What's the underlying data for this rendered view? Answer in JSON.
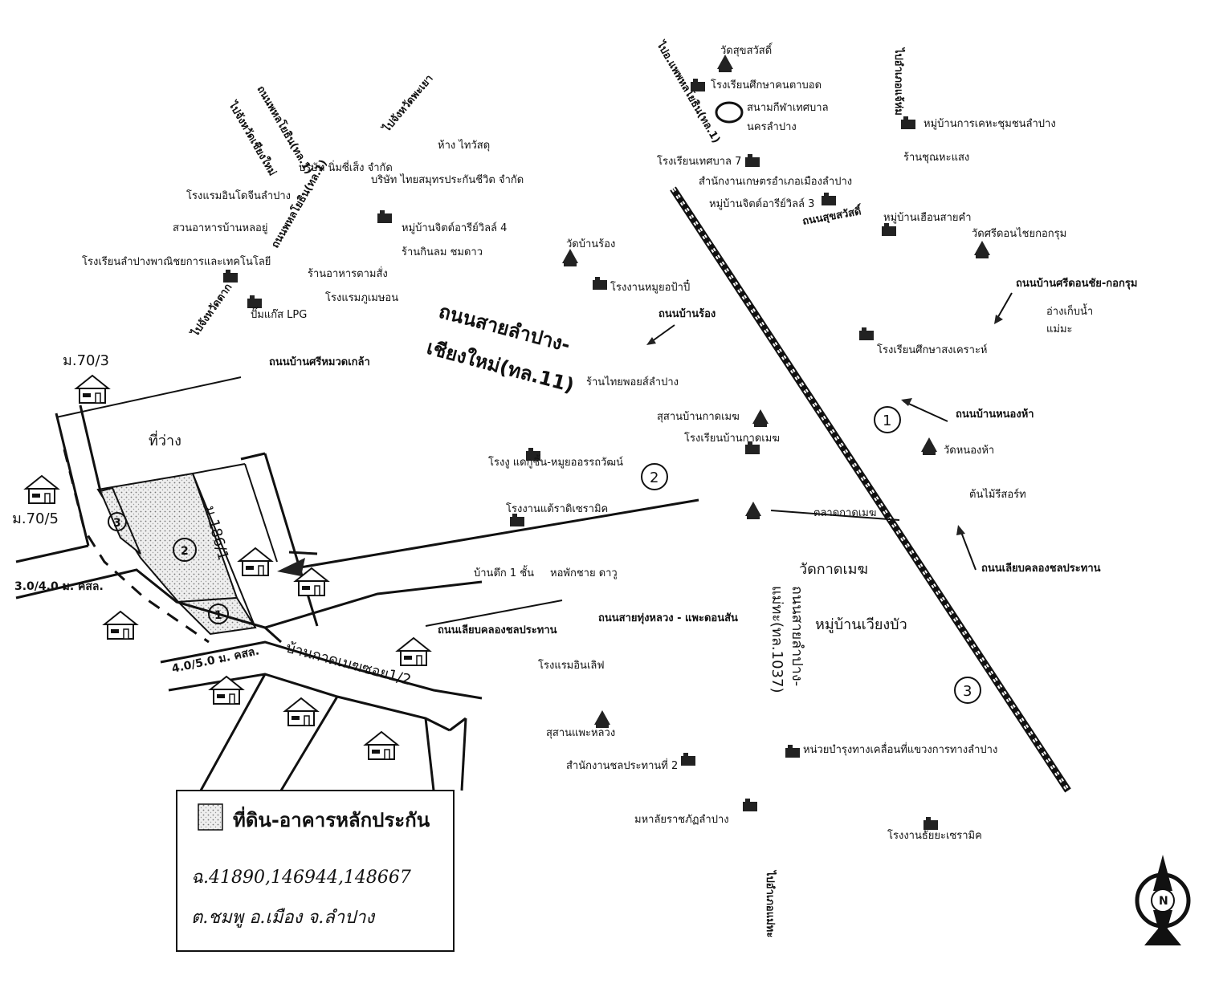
{
  "map": {
    "roads": {
      "lampang_chiangmai": "ถนนสายลำปาง-เชียงใหม่(ทล.11)",
      "lampang_chiangmai_line1": "ถนนสายลำปาง-",
      "lampang_chiangmai_line2": "เชียงใหม่(ทล.11)",
      "phahonyothin_1": "ถนนพหลโยธิน(ทล.1)",
      "phahonyothin_2": "ถนนพหลโยธิน(ทล.1)",
      "phahonyothin_3": "ไปอ.แพพหลโยธิน(ทล.1)",
      "to_chiangrai": "ไปจังหวัดเชียงใหม่",
      "to_phayao": "ไปจังหวัดพะเยา",
      "to_tak": "ไปจังหวัดตาก",
      "to_chaehom": "ไปอำเภอแจ้ห่ม",
      "to_maetha": "ไปอำเภอแม่ทะ",
      "sukhawadee": "ถนนสุขสวัสดิ์",
      "ban_rong": "ถนนบ้านร้อง",
      "ban_si_ruang": "ถนนบ้านศรีหมวดเกล้า",
      "ban_nong_ho": "ถนนบ้านหนองห้า",
      "sri_don_chai": "ถนนบ้านศรีดอนชัย-กอกรุม",
      "canal_1": "ถนนเลียบคลองชลประทาน",
      "canal_2": "ถนนเลียบคลองชลประทาน",
      "thung_luang": "ถนนสายทุ่งหลวง - แพะดอนสัน",
      "lampang_maetha_1": "ถนนสายลำปาง-",
      "lampang_maetha_2": "แม่ทะ(ทล.1037)",
      "wat_kat_mem": "วัดกาดเมฆ",
      "village_wiang_bua": "หมู่บ้านเวียงบัว"
    },
    "places": [
      {
        "id": "p1",
        "text": "วัดสุขสวัสดิ์"
      },
      {
        "id": "p2",
        "text": "โรงเรียนศึกษาคนตาบอด"
      },
      {
        "id": "p3",
        "text": "สนามกีฬาเทศบาล"
      },
      {
        "id": "p4",
        "text": "นครลำปาง"
      },
      {
        "id": "p5",
        "text": "หมู่บ้านการเคหะชุมชนลำปาง"
      },
      {
        "id": "p6",
        "text": "ร้านชุณหะแสง"
      },
      {
        "id": "p7",
        "text": "โรงเรียนเทศบาล 7"
      },
      {
        "id": "p8",
        "text": "สำนักงานเกษตรอำเภอเมืองลำปาง"
      },
      {
        "id": "p9",
        "text": "หมู่บ้านจิตต์อารีย์วิลล์ 3"
      },
      {
        "id": "p10",
        "text": "หมู่บ้านเฮือนสายคำ"
      },
      {
        "id": "p11",
        "text": "วัดศรีดอนไชยกอกรุม"
      },
      {
        "id": "p12",
        "text": "ห้าง ไทวัสดุ"
      },
      {
        "id": "p13",
        "text": "บริษัท นิ่มซี่เส็ง จำกัด"
      },
      {
        "id": "p14",
        "text": "บริษัท ไทยสมุทรประกันชีวิต จำกัด"
      },
      {
        "id": "p15",
        "text": "โรงแรมอินโดจีนลำปาง"
      },
      {
        "id": "p16",
        "text": "สวนอาหารบ้านหลอยู่"
      },
      {
        "id": "p17",
        "text": "หมู่บ้านจิตต์อารีย์วิลล์ 4"
      },
      {
        "id": "p18",
        "text": "ร้านกินลม ชมดาว"
      },
      {
        "id": "p19",
        "text": "โรงเรียนลำปางพาณิชยการและเทคโนโลยี"
      },
      {
        "id": "p20",
        "text": "ร้านอาหารตามสั่ง"
      },
      {
        "id": "p21",
        "text": "โรงแรมภูเมษอน"
      },
      {
        "id": "p22",
        "text": "ปั๊มแก๊ส LPG"
      },
      {
        "id": "p23",
        "text": "วัดบ้านร้อง"
      },
      {
        "id": "p24",
        "text": "โรงงานหมูยอป้าปี๋"
      },
      {
        "id": "p25",
        "text": "อ่างเก็บน้ำ"
      },
      {
        "id": "p26",
        "text": "แม่มะ"
      },
      {
        "id": "p27",
        "text": "โรงเรียนศึกษาสงเคราะห์"
      },
      {
        "id": "p28",
        "text": "ร้านไทยพอยส์ลำปาง"
      },
      {
        "id": "p29",
        "text": "สุสานบ้านกาดเมฆ"
      },
      {
        "id": "p30",
        "text": "โรงเรียนบ้านกาดเมฆ"
      },
      {
        "id": "p31",
        "text": "โรงงู แดกูชิ้น-หมูยออรรถวัฒน์"
      },
      {
        "id": "p32",
        "text": "วัดหนองห้า"
      },
      {
        "id": "p33",
        "text": "ต้นไม้รีสอร์ท"
      },
      {
        "id": "p34",
        "text": "โรงงานแต้ราดิเซรามิค"
      },
      {
        "id": "p35",
        "text": "ตลาดกาดเมฆ"
      },
      {
        "id": "p36",
        "text": "บ้านตึก 1 ชั้น"
      },
      {
        "id": "p37",
        "text": "หอพักชาย ดาวู"
      },
      {
        "id": "p38",
        "text": "โรงแรมอินเลิฟ"
      },
      {
        "id": "p39",
        "text": "สุสานแพะหลวง"
      },
      {
        "id": "p40",
        "text": "หน่วยบำรุงทางเคลื่อนที่แขวงการทางลำปาง"
      },
      {
        "id": "p41",
        "text": "สำนักงานชลประทานที่ 2"
      },
      {
        "id": "p42",
        "text": "มหาลัยราชภัฏลำปาง"
      },
      {
        "id": "p43",
        "text": "โรงงานธัยยะเซรามิค"
      }
    ],
    "plot": {
      "vacant": "ที่ว่าง",
      "neighbor_1": "ม.70/3",
      "neighbor_2": "ม.70/5",
      "neighbor_3": "ม.186/1",
      "lane_1": "3.0/4.0 ม. คสล.",
      "lane_2": "4.0/5.0 ม. คสล.",
      "soi": "บ้านกาดเมฆซอย1/2",
      "parcel_1": "1",
      "parcel_2": "2",
      "parcel_3": "3"
    },
    "markers": {
      "m1": "1",
      "m2": "2",
      "m3": "3"
    },
    "legend": {
      "title": "ที่ดิน-อาคารหลักประกัน",
      "deed": "ฉ.41890,146944,148667",
      "location": "ต.ชมพู อ.เมือง จ.ลำปาง"
    },
    "compass": {
      "label": "N"
    }
  }
}
